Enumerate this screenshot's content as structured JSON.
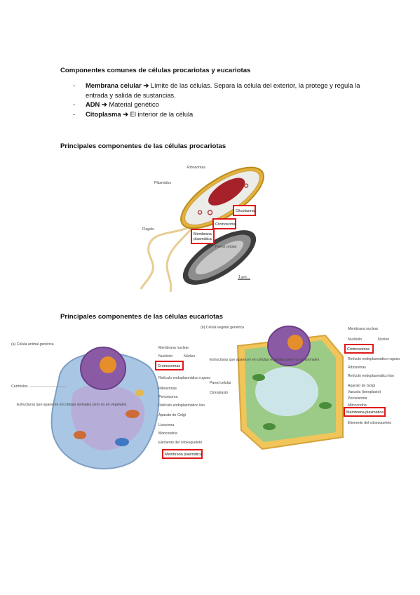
{
  "section1": {
    "title": "Componentes comunes de células  procariotas y eucariotas",
    "items": [
      {
        "dash": "-",
        "term": "Membrana  celular",
        "arrow": "➔",
        "desc": " Límite de las células. Separa la  célula del exterior, la protege y regula la entrada y salida de  sustancias."
      },
      {
        "dash": "-",
        "term": "ADN",
        "arrow": "➔",
        "desc": " Material genético"
      },
      {
        "dash": "-",
        "term": "Citoplasma",
        "arrow": "➔",
        "desc": " El interior de la célula"
      }
    ]
  },
  "section2": {
    "title": "Principales componentes de las células procariotas",
    "figure": {
      "labels": {
        "ribosomas": "Ribosomas",
        "plasmidos": "Plásmidos",
        "flagelo": "Flagelo",
        "pared": "Pared celular",
        "scale": "1 µm"
      },
      "boxes": {
        "citoplasma": "Citoplasma",
        "cromosoma": "Cromosoma",
        "membrana_1": "Membrana",
        "membrana_2": "plasmática"
      }
    }
  },
  "section3": {
    "title": "Principales componentes de las células eucariotas",
    "animal": {
      "caption": "(a) Célula animal genérica",
      "labels": {
        "membrana_nuclear": "Membrana nuclear",
        "nucleolo": "Nucléolo",
        "nucleo": "Núcleo",
        "reticulo_rugoso": "Retículo endoplasmático rugoso",
        "ribosomas": "Ribosomas",
        "peroxisoma": "Peroxisoma",
        "reticulo_liso": "Retículo endoplasmático liso",
        "golgi": "Aparato de Golgi",
        "lisosoma": "Lisosoma",
        "mitocondria": "Mitocondria",
        "citoesqueleto": "Elemento del citoesqueleto",
        "centriolos": "Centríolos",
        "estructuras": "Estructuras que aparecen en células animales pero no en vegetales"
      },
      "boxes": {
        "cromosomas": "Cromosomas",
        "membrana": "Membrana plasmática"
      }
    },
    "plant": {
      "caption": "(b) Célula vegetal genérica",
      "labels": {
        "membrana_nuclear": "Membrana nuclear",
        "nucleolo": "Nucléolo",
        "nucleo": "Núcleo",
        "ribosomas": "Ribosomas",
        "reticulo_rugoso": "Retículo endoplasmático rugoso",
        "reticulo_liso": "Retículo endoplasmático liso",
        "golgi": "Aparato de Golgi",
        "vacuola": "Vacuola (tonoplasto)",
        "peroxisoma": "Peroxisoma",
        "mitocondria": "Mitocondria",
        "citoesqueleto": "Elemento del citoesqueleto",
        "pared": "Pared celular",
        "cloroplasto": "Cloroplasto",
        "estructuras": "Estructuras que aparecen en células vegetales pero no en animales"
      },
      "boxes": {
        "cromosomas": "Cromosomas",
        "membrana": "Membrana plasmática"
      }
    }
  }
}
